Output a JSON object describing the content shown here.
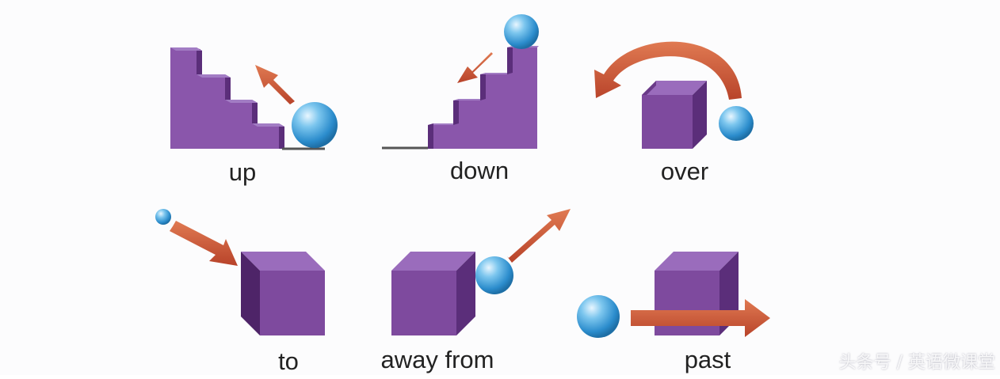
{
  "labels": {
    "up": "up",
    "down": "down",
    "over": "over",
    "to": "to",
    "away_from": "away from",
    "past": "past"
  },
  "watermark": "头条号 / 英语微课堂",
  "colors": {
    "purple_front": "#7e4a9e",
    "purple_side": "#5b2e7a",
    "purple_top": "#9a6cbc",
    "arrow": "#d25a3a",
    "ball": "#4aa6dc",
    "text": "#222222"
  },
  "icons": {
    "stairs": "stairs-icon",
    "cube": "cube-icon",
    "ball": "ball-icon",
    "arrow": "arrow-icon"
  }
}
